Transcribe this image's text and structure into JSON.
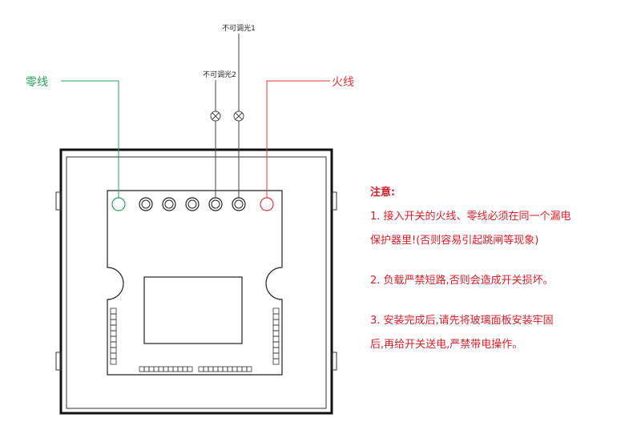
{
  "labels": {
    "no_dim_1": "不可调光1",
    "no_dim_2": "不可调光2",
    "neutral": "零线",
    "live": "火线"
  },
  "colors": {
    "neutral": "#2aa35a",
    "live": "#e23a3a",
    "wire": "#444444",
    "note_text": "#d2202a"
  },
  "notes": {
    "title": "注意:",
    "item1_line1": "1. 接入开关的火线、零线必须在同一个漏电",
    "item1_line2": "保护器里!(否则容易引起跳闸等现象)",
    "item2": "2.  负载严禁短路,否则会造成开关损坏。",
    "item3_line1": "3.  安装完成后,请先将玻璃面板安装牢固",
    "item3_line2": "后,再给开关送电,严禁带电操作。"
  }
}
